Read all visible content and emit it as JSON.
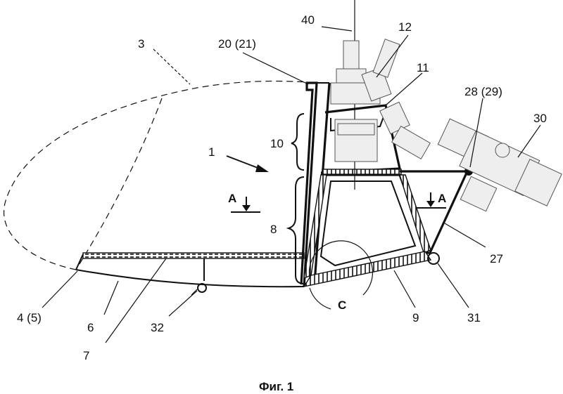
{
  "labels": {
    "l40": "40",
    "l12": "12",
    "l3": "3",
    "l20": "20 (21)",
    "l11": "11",
    "l28": "28 (29)",
    "l30": "30",
    "l10": "10",
    "l1": "1",
    "lA1": "A",
    "lA2": "A",
    "l8": "8",
    "l27": "27",
    "lC": "C",
    "l4": "4 (5)",
    "l6": "6",
    "l32": "32",
    "l9": "9",
    "l31": "31",
    "l7": "7"
  },
  "caption": "Фиг. 1"
}
